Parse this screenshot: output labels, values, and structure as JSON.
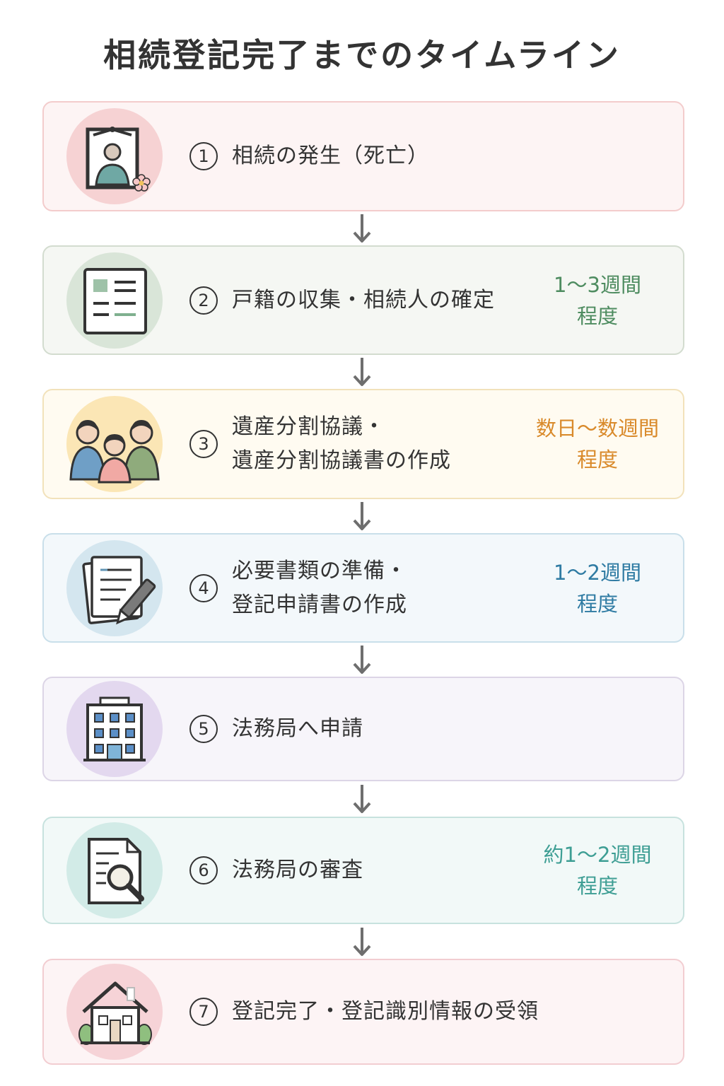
{
  "title": "相続登記完了までのタイムライン",
  "steps": [
    {
      "number": "1",
      "icon": "memorial-portrait-icon",
      "lines": [
        "相続の発生（死亡）"
      ],
      "duration": [],
      "bg": "#fdf4f4",
      "border": "#f3cccc",
      "circle": "#f6d2d3",
      "accent": ""
    },
    {
      "number": "2",
      "icon": "document-icon",
      "lines": [
        "戸籍の収集・相続人の確定"
      ],
      "duration": [
        "1〜3週間",
        "程度"
      ],
      "bg": "#f5f7f3",
      "border": "#d3dccf",
      "circle": "#d9e5d8",
      "accent": "#4e8c60"
    },
    {
      "number": "3",
      "icon": "family-icon",
      "lines": [
        "遺産分割協議・",
        "遺産分割協議書の作成"
      ],
      "duration": [
        "数日〜数週間",
        "程度"
      ],
      "bg": "#fffbf1",
      "border": "#f2e2bb",
      "circle": "#fbe6b5",
      "accent": "#d98a2b"
    },
    {
      "number": "4",
      "icon": "papers-pen-icon",
      "lines": [
        "必要書類の準備・",
        "登記申請書の作成"
      ],
      "duration": [
        "1〜2週間",
        "程度"
      ],
      "bg": "#f3f8fb",
      "border": "#c9dfea",
      "circle": "#d4e6ef",
      "accent": "#2f7ba3"
    },
    {
      "number": "5",
      "icon": "building-icon",
      "lines": [
        "法務局へ申請"
      ],
      "duration": [],
      "bg": "#f7f5fa",
      "border": "#dcd5e6",
      "circle": "#e3d8ef",
      "accent": ""
    },
    {
      "number": "6",
      "icon": "document-search-icon",
      "lines": [
        "法務局の審査"
      ],
      "duration": [
        "約1〜2週間",
        "程度"
      ],
      "bg": "#f2f9f8",
      "border": "#c7e2de",
      "circle": "#d2ebe7",
      "accent": "#3e9e94"
    },
    {
      "number": "7",
      "icon": "house-icon",
      "lines": [
        "登記完了・登記識別情報の受領"
      ],
      "duration": [],
      "bg": "#fdf4f5",
      "border": "#f2cdd1",
      "circle": "#f6d3d7",
      "accent": ""
    }
  ]
}
